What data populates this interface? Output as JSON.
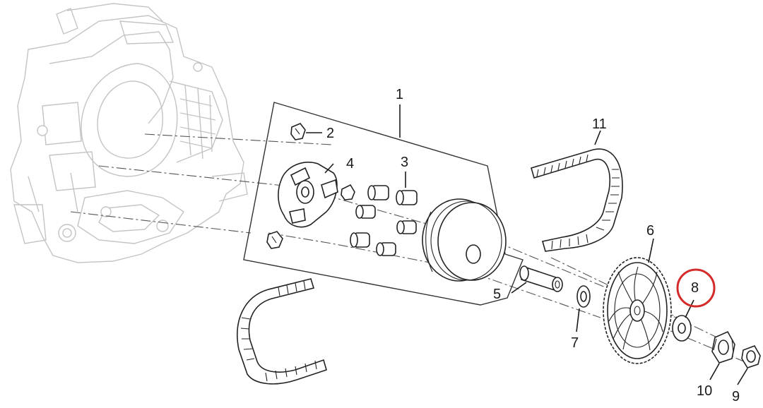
{
  "diagram": {
    "callouts": [
      {
        "id": "1",
        "text": "1"
      },
      {
        "id": "2",
        "text": "2"
      },
      {
        "id": "3",
        "text": "3"
      },
      {
        "id": "4",
        "text": "4"
      },
      {
        "id": "5",
        "text": "5"
      },
      {
        "id": "6",
        "text": "6"
      },
      {
        "id": "7",
        "text": "7"
      },
      {
        "id": "8",
        "text": "8"
      },
      {
        "id": "9",
        "text": "9"
      },
      {
        "id": "10",
        "text": "10"
      },
      {
        "id": "11",
        "text": "11"
      }
    ],
    "highlighted_callout": "8",
    "colors": {
      "ink": "#222222",
      "ghost": "#c4c4c4",
      "highlight": "#d42a2a",
      "background": "#ffffff"
    }
  }
}
